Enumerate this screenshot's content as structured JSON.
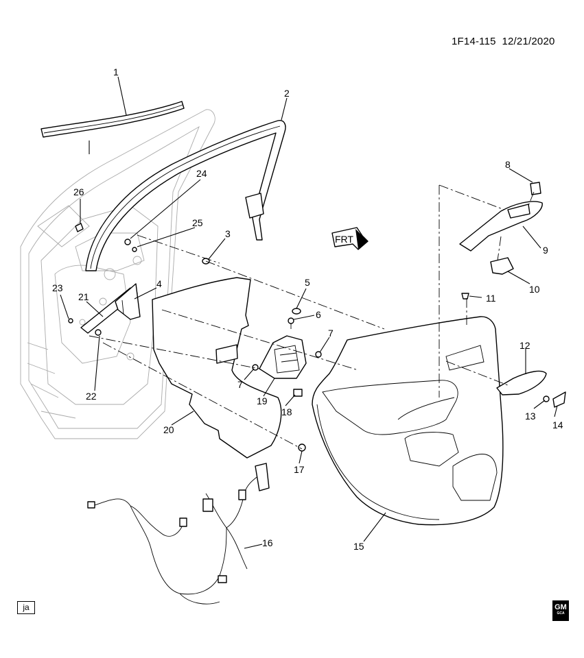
{
  "document": {
    "id": "1F14-115",
    "date": "12/21/2020"
  },
  "direction_arrow": "FRT",
  "footer": {
    "tag": "ja",
    "logo": "GM",
    "logo_sub": "GCA"
  },
  "callouts": {
    "c1": "1",
    "c2": "2",
    "c3": "3",
    "c4": "4",
    "c5": "5",
    "c6": "6",
    "c7a": "7",
    "c7b": "7",
    "c8": "8",
    "c9": "9",
    "c10": "10",
    "c11": "11",
    "c12": "12",
    "c13": "13",
    "c14": "14",
    "c15": "15",
    "c16": "16",
    "c17": "17",
    "c18": "18",
    "c19": "19",
    "c20": "20",
    "c21": "21",
    "c22": "22",
    "c23": "23",
    "c24": "24",
    "c25": "25",
    "c26": "26"
  }
}
